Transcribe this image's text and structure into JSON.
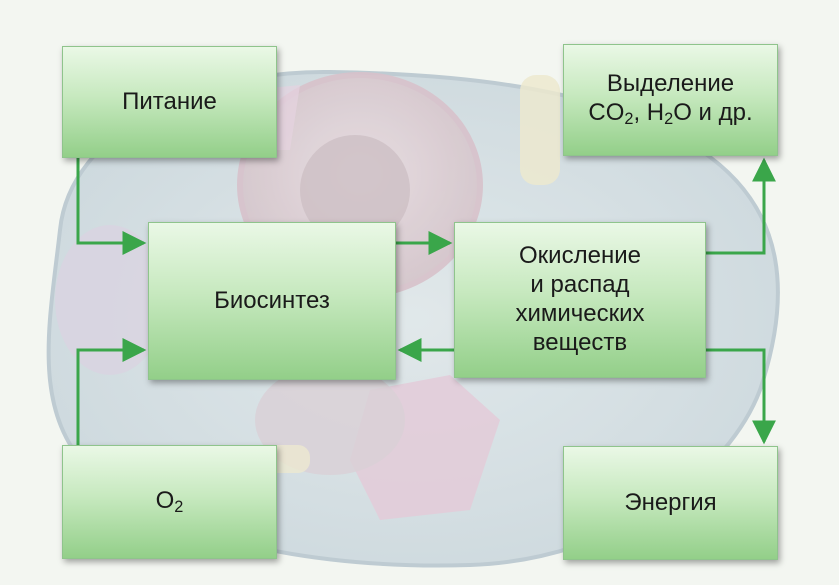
{
  "nodes": {
    "pitanie": "Питание",
    "vydelenie": {
      "line1": "Выделение",
      "co_prefix": "CO",
      "co_sub": "2",
      "h_prefix": ", H",
      "h_sub": "2",
      "suffix": "O и др."
    },
    "biosintez": "Биосинтез",
    "okislenie": {
      "line1": "Окисление",
      "line2": "и распад",
      "line3": "химических",
      "line4": "веществ"
    },
    "o2": {
      "prefix": "O",
      "sub": "2"
    },
    "energiya": "Энергия"
  },
  "colors": {
    "arrow": "#3aa64a",
    "box_border": "#8fc48c",
    "box_top": "#eaf8e6",
    "box_bottom": "#93cf89"
  },
  "edges": [
    {
      "from": "pitanie",
      "to": "biosintez"
    },
    {
      "from": "biosintez",
      "to": "okislenie"
    },
    {
      "from": "okislenie",
      "to": "biosintez"
    },
    {
      "from": "o2",
      "to": "biosintez"
    },
    {
      "from": "okislenie",
      "to": "vydelenie"
    },
    {
      "from": "okislenie",
      "to": "energiya"
    }
  ]
}
